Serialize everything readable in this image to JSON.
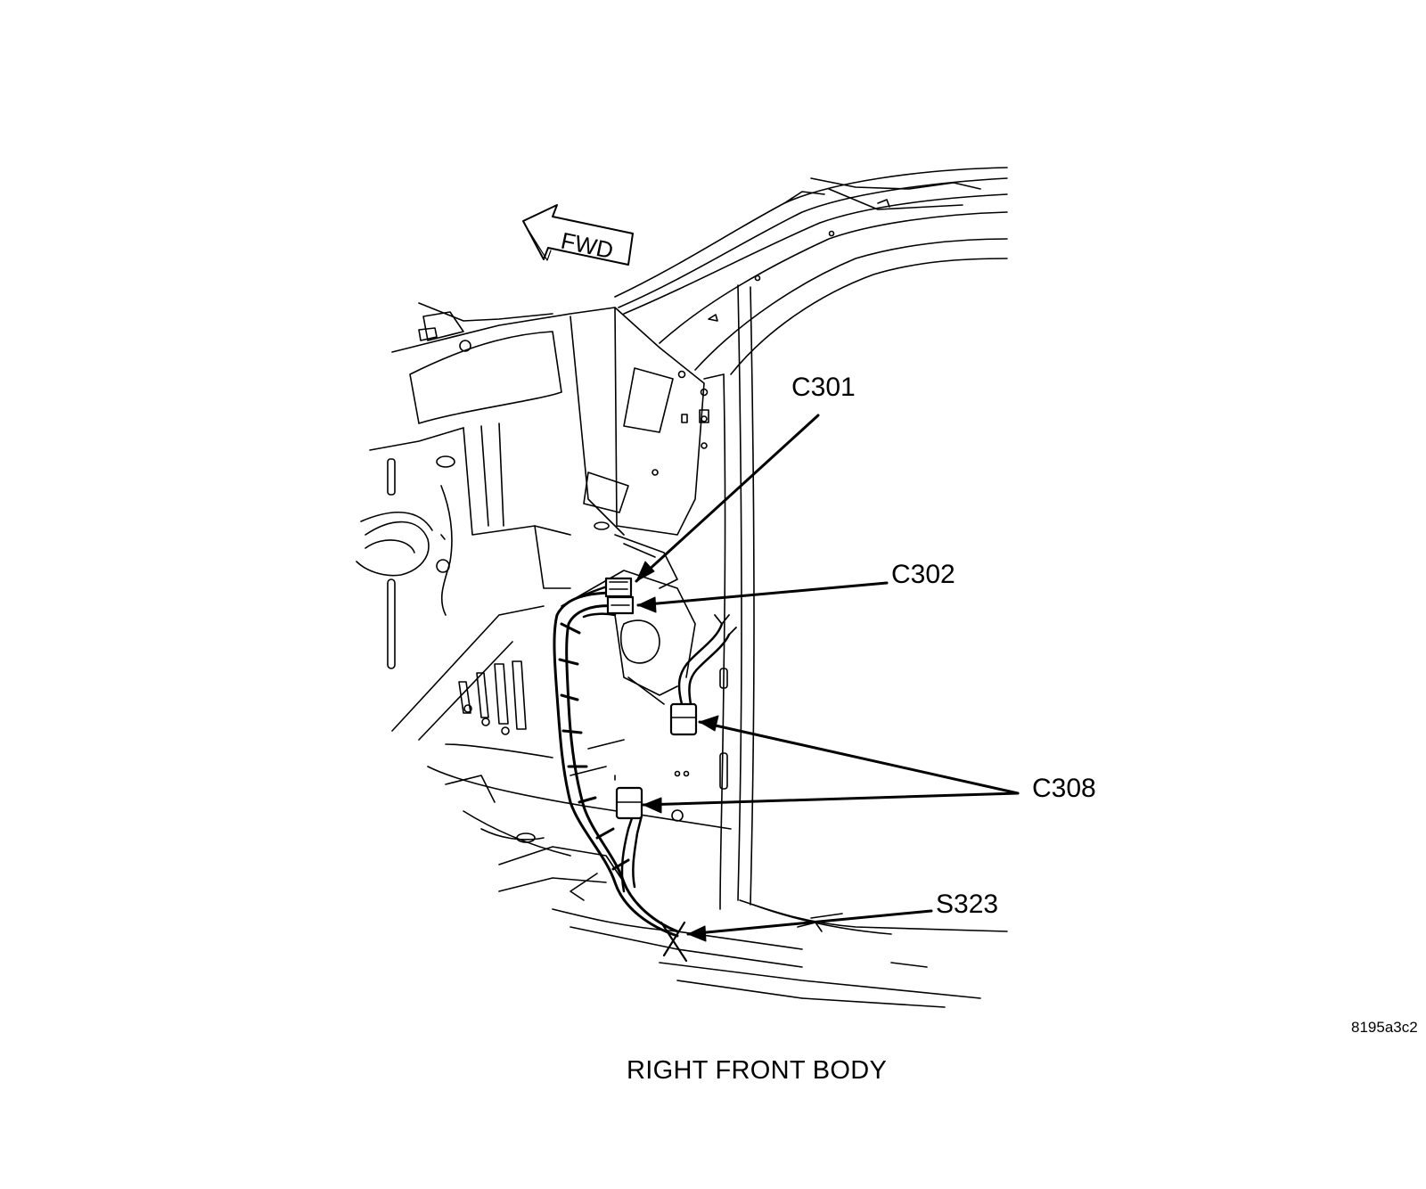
{
  "diagram": {
    "direction_arrow": {
      "label": "FWD"
    },
    "callouts": [
      {
        "id": "c301",
        "label": "C301"
      },
      {
        "id": "c302",
        "label": "C302"
      },
      {
        "id": "c308",
        "label": "C308"
      },
      {
        "id": "s323",
        "label": "S323"
      }
    ],
    "figure_id": "8195a3c2",
    "caption": "RIGHT FRONT BODY"
  },
  "colors": {
    "line": "#000000",
    "background": "#ffffff"
  }
}
